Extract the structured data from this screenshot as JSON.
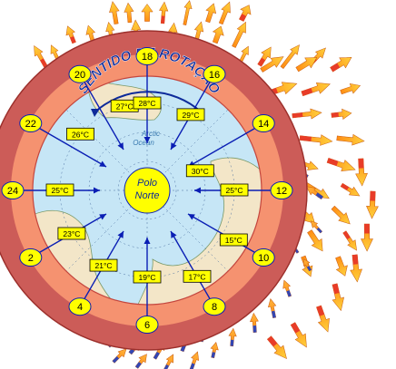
{
  "title": "SENTIDO DE ROTAÇÃO",
  "pole_label": [
    "Polo",
    "Norte"
  ],
  "ocean_label": [
    "Arctic",
    "Ocean"
  ],
  "hours": [
    {
      "label": "18",
      "angle": 0
    },
    {
      "label": "16",
      "angle": 30
    },
    {
      "label": "14",
      "angle": 60
    },
    {
      "label": "12",
      "angle": 90
    },
    {
      "label": "10",
      "angle": 120
    },
    {
      "label": "8",
      "angle": 150
    },
    {
      "label": "6",
      "angle": 180
    },
    {
      "label": "4",
      "angle": 210
    },
    {
      "label": "2",
      "angle": 240
    },
    {
      "label": "24",
      "angle": 270
    },
    {
      "label": "22",
      "angle": 300
    },
    {
      "label": "20",
      "angle": 330
    }
  ],
  "temperatures": [
    {
      "label": "27°C",
      "angle": 345
    },
    {
      "label": "28°C",
      "angle": 0
    },
    {
      "label": "29°C",
      "angle": 30
    },
    {
      "label": "30°C",
      "angle": 70
    },
    {
      "label": "25°C",
      "angle": 90
    },
    {
      "label": "15°C",
      "angle": 120
    },
    {
      "label": "17°C",
      "angle": 150
    },
    {
      "label": "19°C",
      "angle": 180
    },
    {
      "label": "21°C",
      "angle": 210
    },
    {
      "label": "23°C",
      "angle": 240
    },
    {
      "label": "25°C",
      "angle": 270
    },
    {
      "label": "26°C",
      "angle": 310
    }
  ],
  "colors": {
    "outer_ring": "#cc5c58",
    "inner_ring": "#f59270",
    "ocean": "#c6e6f6",
    "land": "#f3e6c8",
    "arrow_orange": "#ffa514",
    "arrow_red": "#e83c28",
    "arrow_blue": "#3246b4",
    "pointer_line": "#0a1eb4",
    "badge_fill": "#ffff00",
    "title_text": "#0d2a9a"
  }
}
